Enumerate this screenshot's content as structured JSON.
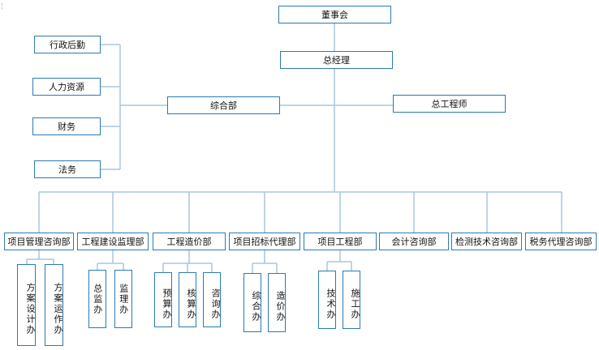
{
  "corner_mark": "¦",
  "chart_data": {
    "type": "org-chart",
    "colors": {
      "line": "#a9c6de",
      "border": "#2a7ab4"
    },
    "nodes": [
      {
        "id": "board",
        "label": "董事会"
      },
      {
        "id": "gm",
        "label": "总经理"
      },
      {
        "id": "general_dept",
        "label": "综合部"
      },
      {
        "id": "chief_engineer",
        "label": "总工程师"
      },
      {
        "id": "admin",
        "label": "行政后勤"
      },
      {
        "id": "hr",
        "label": "人力资源"
      },
      {
        "id": "finance",
        "label": "财务"
      },
      {
        "id": "legal",
        "label": "法务"
      },
      {
        "id": "pm_consult",
        "label": "项目管理咨询部"
      },
      {
        "id": "supervision",
        "label": "工程建设监理部"
      },
      {
        "id": "costing",
        "label": "工程造价部"
      },
      {
        "id": "bidding",
        "label": "项目招标代理部"
      },
      {
        "id": "project_eng",
        "label": "项目工程部"
      },
      {
        "id": "accounting",
        "label": "会计咨询部"
      },
      {
        "id": "testing",
        "label": "检测技术咨询部"
      },
      {
        "id": "tax",
        "label": "税务代理咨询部"
      },
      {
        "id": "plan_design",
        "label": "方案设计办"
      },
      {
        "id": "plan_operation",
        "label": "方案运作办"
      },
      {
        "id": "chief_supervision",
        "label": "总监办"
      },
      {
        "id": "supervision_office",
        "label": "监理办"
      },
      {
        "id": "budget",
        "label": "预算办"
      },
      {
        "id": "audit",
        "label": "核算办"
      },
      {
        "id": "consult_office",
        "label": "咨询办"
      },
      {
        "id": "composite_office",
        "label": "综合办"
      },
      {
        "id": "cost_office",
        "label": "造价办"
      },
      {
        "id": "tech_office",
        "label": "技术办"
      },
      {
        "id": "construction_office",
        "label": "施工办"
      }
    ],
    "edges": [
      [
        "board",
        "gm"
      ],
      [
        "gm",
        "general_dept"
      ],
      [
        "gm",
        "chief_engineer"
      ],
      [
        "general_dept",
        "admin"
      ],
      [
        "general_dept",
        "hr"
      ],
      [
        "general_dept",
        "finance"
      ],
      [
        "general_dept",
        "legal"
      ],
      [
        "gm",
        "pm_consult"
      ],
      [
        "gm",
        "supervision"
      ],
      [
        "gm",
        "costing"
      ],
      [
        "gm",
        "bidding"
      ],
      [
        "gm",
        "project_eng"
      ],
      [
        "gm",
        "accounting"
      ],
      [
        "gm",
        "testing"
      ],
      [
        "gm",
        "tax"
      ],
      [
        "pm_consult",
        "plan_design"
      ],
      [
        "pm_consult",
        "plan_operation"
      ],
      [
        "supervision",
        "chief_supervision"
      ],
      [
        "supervision",
        "supervision_office"
      ],
      [
        "costing",
        "budget"
      ],
      [
        "costing",
        "audit"
      ],
      [
        "costing",
        "consult_office"
      ],
      [
        "bidding",
        "composite_office"
      ],
      [
        "bidding",
        "cost_office"
      ],
      [
        "project_eng",
        "tech_office"
      ],
      [
        "project_eng",
        "construction_office"
      ]
    ]
  }
}
